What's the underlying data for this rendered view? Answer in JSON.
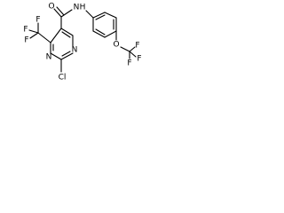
{
  "molecule": {
    "atoms": {
      "carbonyl_oxygen": "O",
      "amide_nitrogen": "N",
      "amide_hydrogen": "H",
      "ring_nitrogen_upper": "N",
      "ring_nitrogen_lower": "N",
      "chlorine": "Cl",
      "cf3_ring_f1": "F",
      "cf3_ring_f2": "F",
      "cf3_ring_f3": "F",
      "ether_oxygen": "O",
      "ocf3_f1": "F",
      "ocf3_f2": "F",
      "ocf3_f3": "F"
    }
  },
  "colors": {
    "bond": "#000000",
    "label": "#000000",
    "background": "#ffffff"
  }
}
